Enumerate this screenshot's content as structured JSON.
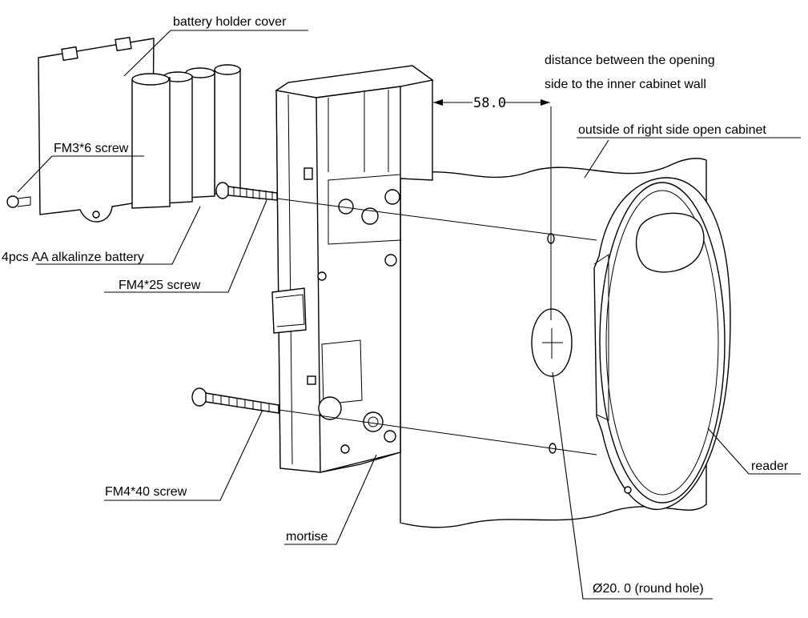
{
  "labels": {
    "battery_holder_cover": "battery holder cover",
    "fm3_screw": "FM3*6 screw",
    "aa_battery": "4pcs AA alkalinze battery",
    "fm4_25_screw": "FM4*25 screw",
    "fm4_40_screw": "FM4*40 screw",
    "mortise": "mortise",
    "distance_line1": "distance between the opening",
    "distance_line2": "side to the inner cabinet wall",
    "outside_cabinet": "outside of right side open cabinet",
    "reader": "reader",
    "round_hole": "Ø20. 0 (round hole)"
  },
  "dimension": {
    "value": "58.0"
  }
}
